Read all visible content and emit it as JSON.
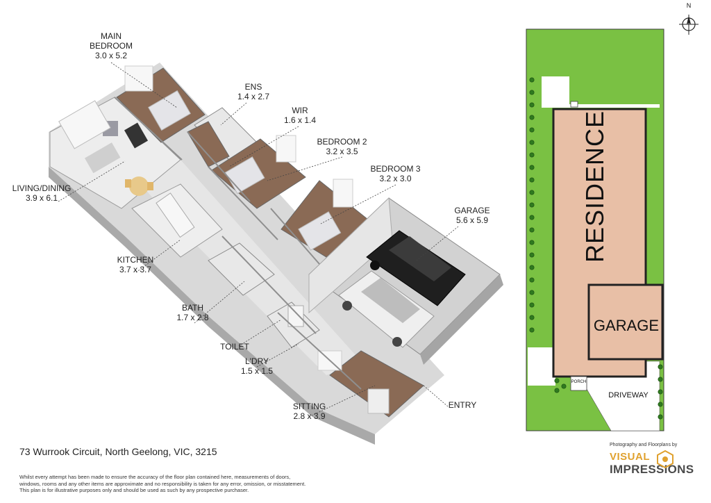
{
  "rooms": [
    {
      "id": "main-bedroom",
      "name_line1": "MAIN",
      "name_line2": "BEDROOM",
      "dims": "3.0 x 5.2"
    },
    {
      "id": "ens",
      "name_line1": "ENS",
      "name_line2": "",
      "dims": "1.4 x 2.7"
    },
    {
      "id": "wir",
      "name_line1": "WIR",
      "name_line2": "",
      "dims": "1.6 x 1.4"
    },
    {
      "id": "bedroom-2",
      "name_line1": "BEDROOM 2",
      "name_line2": "",
      "dims": "3.2 x 3.5"
    },
    {
      "id": "bedroom-3",
      "name_line1": "BEDROOM 3",
      "name_line2": "",
      "dims": "3.2 x 3.0"
    },
    {
      "id": "garage",
      "name_line1": "GARAGE",
      "name_line2": "",
      "dims": "5.6 x 5.9"
    },
    {
      "id": "living-dining",
      "name_line1": "LIVING/DINING",
      "name_line2": "",
      "dims": "3.9 x 6.1"
    },
    {
      "id": "kitchen",
      "name_line1": "KITCHEN",
      "name_line2": "",
      "dims": "3.7 x 3.7"
    },
    {
      "id": "bath",
      "name_line1": "BATH",
      "name_line2": "",
      "dims": "1.7 x 2.8"
    },
    {
      "id": "toilet",
      "name_line1": "TOILET",
      "name_line2": "",
      "dims": ""
    },
    {
      "id": "ldry",
      "name_line1": "L'DRY",
      "name_line2": "",
      "dims": "1.5 x 1.5"
    },
    {
      "id": "sitting",
      "name_line1": "SITTING",
      "name_line2": "",
      "dims": "2.8 x 3.9"
    },
    {
      "id": "entry",
      "name_line1": "ENTRY",
      "name_line2": "",
      "dims": ""
    }
  ],
  "site_plan": {
    "residence_label": "RESIDENCE",
    "garage_label": "GARAGE",
    "driveway_label": "DRIVEWAY",
    "porch_label": "PORCH",
    "compass_label": "N",
    "colors": {
      "lawn": "#7ac143",
      "building": "#e8bfa6",
      "outline": "#222222"
    }
  },
  "address": "73 Wurrook Circuit, North Geelong, VIC, 3215",
  "disclaimer": "Whilst every attempt has been made to ensure the accuracy of the floor plan contained here, measurements of doors, windows, rooms and any other items are approximate and no responsibility is taken for any error, omission, or misstatement. This plan is for illustrative purposes only and should be used as such by any prospective purchaser.",
  "brand": {
    "credit": "Photography and Floorplans by",
    "word1": "VISUAL",
    "word2": "IMPRESSIONS",
    "accent": "#e0a12e"
  }
}
